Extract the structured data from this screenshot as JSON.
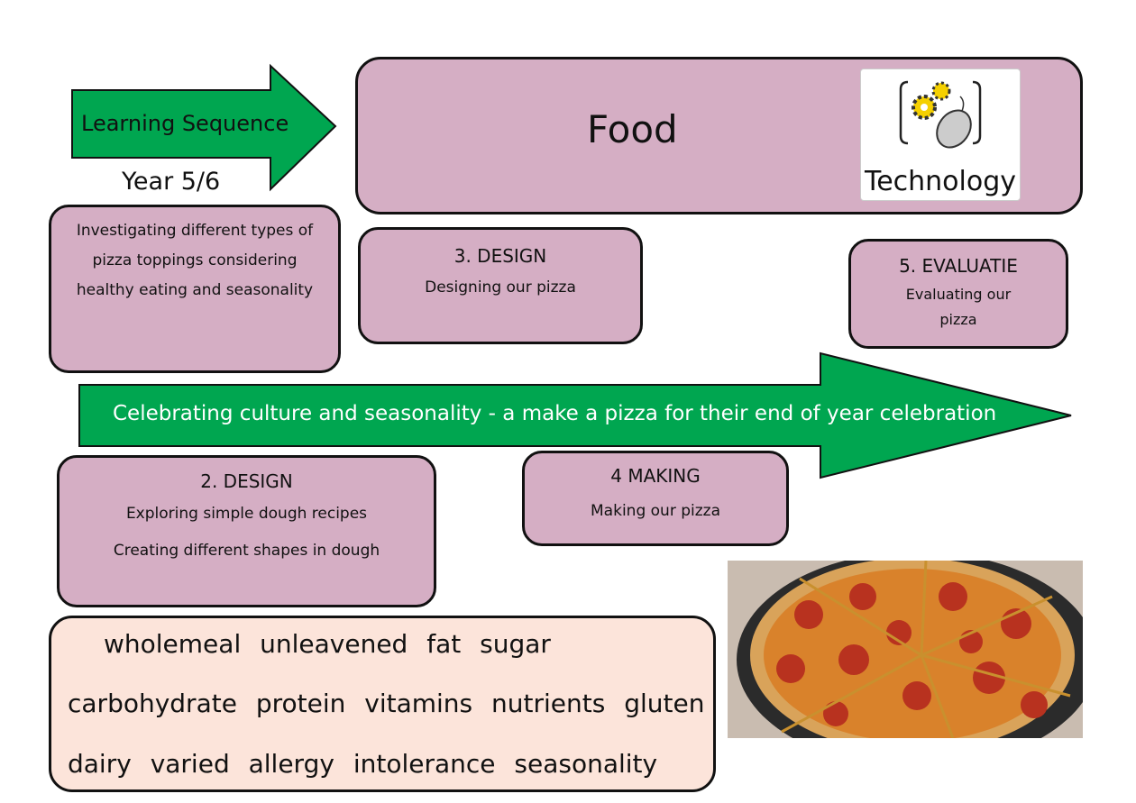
{
  "header": {
    "sequence_label": "Learning Sequence",
    "year": "Year 5/6",
    "subject": "Food",
    "logo_text": "Technology"
  },
  "colors": {
    "box": "#d5aec4",
    "arrow": "#00a650",
    "vocab_bg": "#fce4da"
  },
  "steps": [
    {
      "body": "Investigating different types of pizza toppings considering healthy eating and seasonality"
    },
    {
      "title": "3. DESIGN",
      "body": "Designing our pizza"
    },
    {
      "title": "5. EVALUATIE",
      "body": "Evaluating our pizza"
    },
    {
      "title": "2. DESIGN",
      "body": "Exploring simple dough recipes",
      "body2": "Creating different shapes in dough"
    },
    {
      "title": "4 MAKING",
      "body": "Making our pizza"
    }
  ],
  "banner": "Celebrating culture and seasonality -  a make a pizza for their end of year celebration",
  "vocab": [
    "wholemeal  unleavened  fat  sugar",
    "carbohydrate  protein  vitamins  nutrients  gluten",
    "dairy  varied  allergy   intolerance  seasonality"
  ]
}
